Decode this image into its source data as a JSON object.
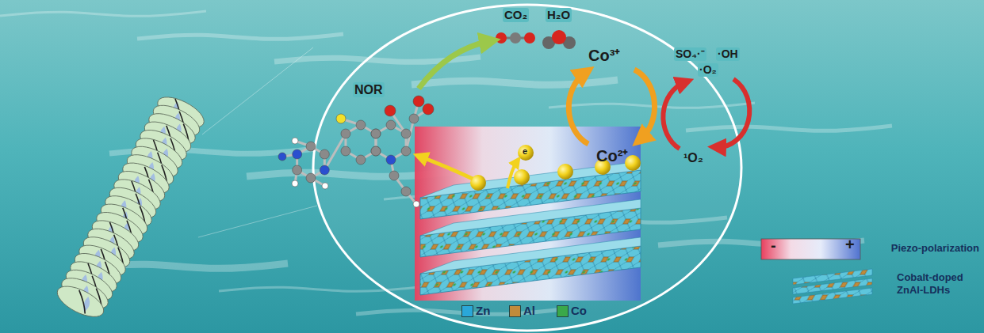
{
  "diagram": {
    "labels": [
      "CO₂",
      "H₂O",
      "Co³⁺",
      "SO₄·⁻",
      "·OH",
      "·O₂",
      "NOR",
      "e",
      "Co²⁺",
      "¹O₂",
      "-",
      "+"
    ],
    "legend": [
      {
        "text": "Zn",
        "color": "#2aa7d9"
      },
      {
        "text": "Al",
        "color": "#c28b3a"
      },
      {
        "text": "Co",
        "color": "#3aa84a"
      },
      {
        "text": "Piezo-polarization"
      },
      {
        "text": "Cobalt-doped ZnAl-LDHs"
      }
    ]
  }
}
